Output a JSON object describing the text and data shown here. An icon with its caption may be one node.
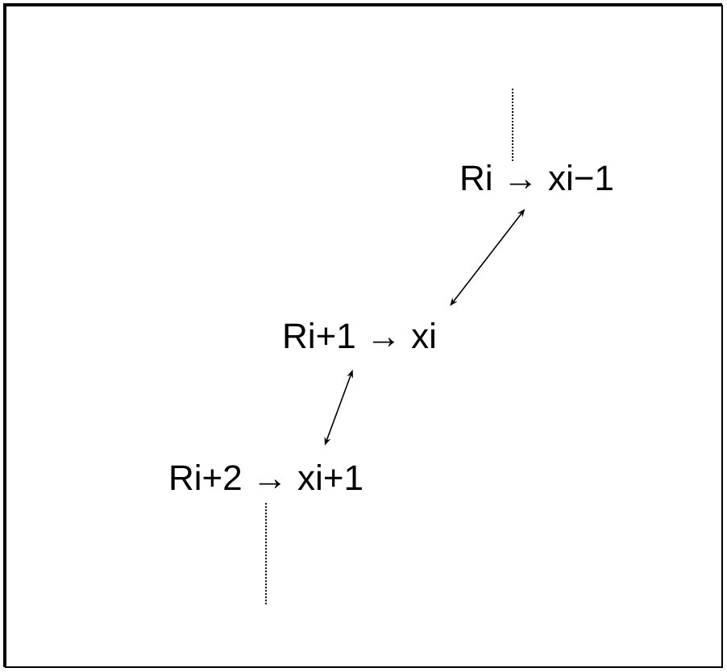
{
  "diagram": {
    "nodes": [
      {
        "text": [
          "Ri → xi−1"
        ]
      },
      {
        "text": [
          "Ri+1 → xi"
        ]
      },
      {
        "text": [
          "Ri+2 → xi+1"
        ]
      }
    ],
    "edges": [
      {
        "from": null,
        "to": 0,
        "arrow": "none",
        "style": "dashed"
      },
      {
        "from": 0,
        "to": 1,
        "arrow": "both"
      },
      {
        "from": 1,
        "to": 2,
        "arrow": "both"
      },
      {
        "from": 2,
        "to": null,
        "arrow": "none",
        "style": "dashed"
      }
    ]
  }
}
